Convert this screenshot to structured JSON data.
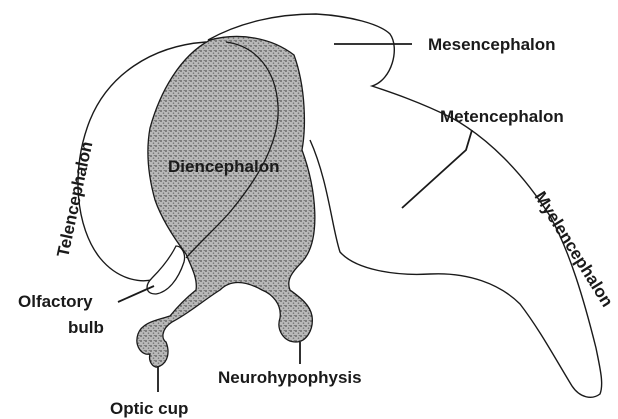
{
  "labels": {
    "mesencephalon": "Mesencephalon",
    "metencephalon": "Metencephalon",
    "telencephalon": "Telencephalon",
    "diencephalon": "Diencephalon",
    "myelencephalon": "Myelencephalon",
    "olfactory_line1": "Olfactory",
    "olfactory_line2": "bulb",
    "neurohypophysis": "Neurohypophysis",
    "optic_cup": "Optic cup"
  },
  "colors": {
    "outline": "#1a1a1a",
    "stipple": "#6e6e6e",
    "text": "#1a1a1a"
  }
}
